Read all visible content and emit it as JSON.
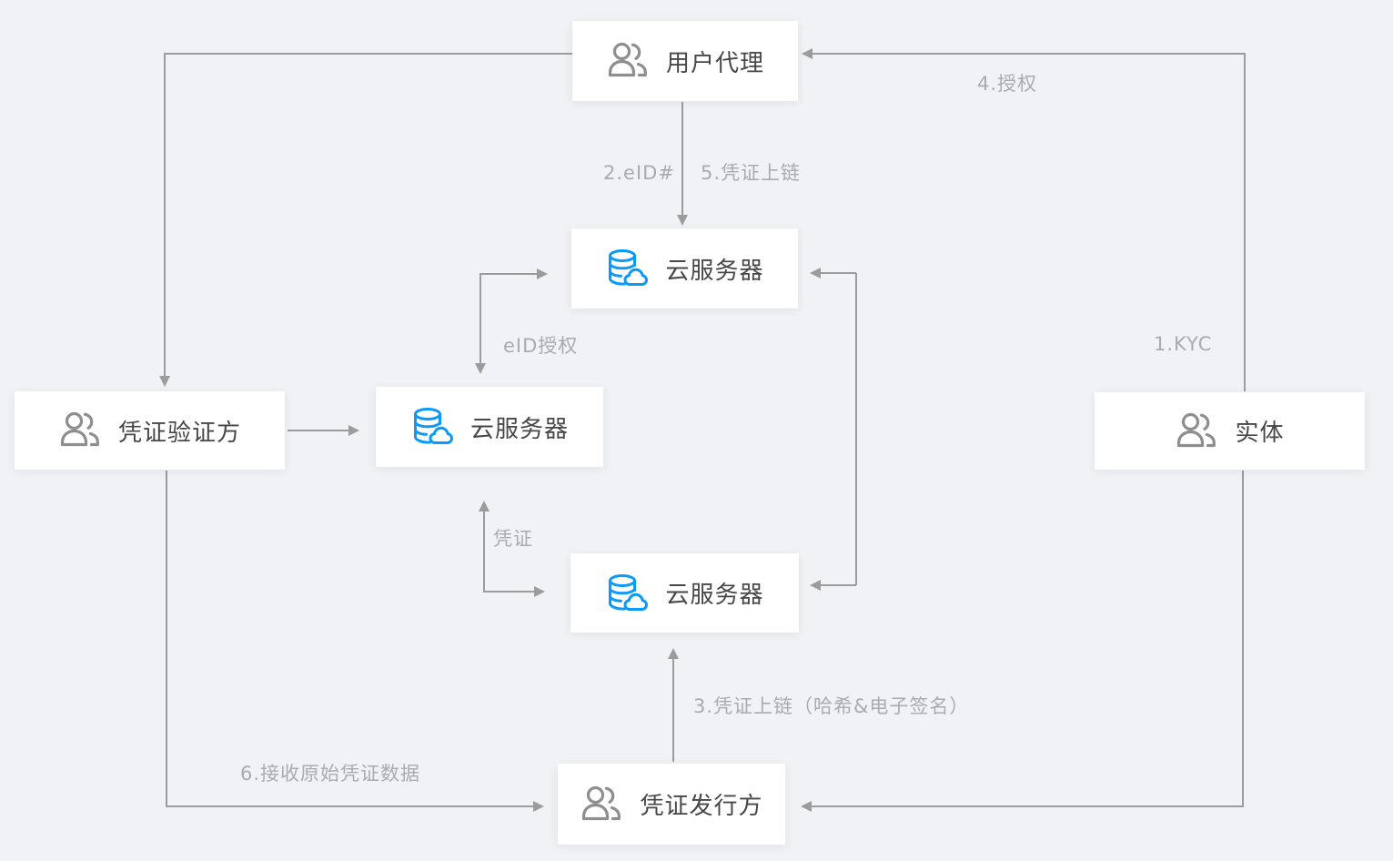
{
  "colors": {
    "background": "#F0F2F5",
    "node_background": "#FFFFFF",
    "connector_line": "#9C9C9C",
    "edge_label_text": "#A8ABAF",
    "node_text": "#474747",
    "icon_gray": "#8E8E8E",
    "icon_blue": "#0A9AFA"
  },
  "nodes": {
    "user_agent": {
      "label": "用户代理",
      "icon": "users-icon"
    },
    "cloud_server_top": {
      "label": "云服务器",
      "icon": "cloud-database-icon"
    },
    "credential_verifier": {
      "label": "凭证验证方",
      "icon": "users-icon"
    },
    "cloud_server_middle": {
      "label": "云服务器",
      "icon": "cloud-database-icon"
    },
    "entity": {
      "label": "实体",
      "icon": "users-icon"
    },
    "cloud_server_bottom": {
      "label": "云服务器",
      "icon": "cloud-database-icon"
    },
    "credential_issuer": {
      "label": "凭证发行方",
      "icon": "users-icon"
    }
  },
  "edge_labels": {
    "step1_kyc": "1.KYC",
    "step2_eid": "2.eID#",
    "step3_credential_onchain": "3.凭证上链（哈希&电子签名）",
    "step4_authorize": "4.授权",
    "step5_credential_onchain": "5.凭证上链",
    "step6_receive_raw_credential": "6.接收原始凭证数据",
    "eid_authorize": "eID授权",
    "credential": "凭证"
  }
}
